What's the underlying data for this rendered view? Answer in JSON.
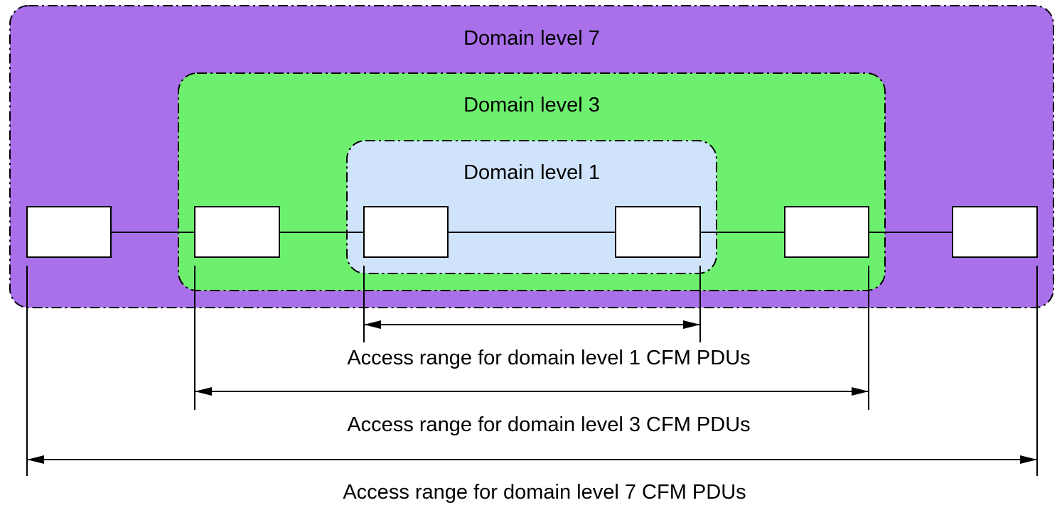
{
  "domains": [
    {
      "id": "level-7",
      "label": "Domain level 7",
      "fill": "#a970ea"
    },
    {
      "id": "level-3",
      "label": "Domain level 3",
      "fill": "#6ef06f"
    },
    {
      "id": "level-1",
      "label": "Domain level 1",
      "fill": "#cfe3fb"
    }
  ],
  "ranges": [
    {
      "id": "level-1",
      "label": "Access range for domain level 1 CFM PDUs"
    },
    {
      "id": "level-3",
      "label": "Access range for domain level 3 CFM PDUs"
    },
    {
      "id": "level-7",
      "label": "Access range for domain level 7 CFM PDUs"
    }
  ],
  "device_count": 6
}
